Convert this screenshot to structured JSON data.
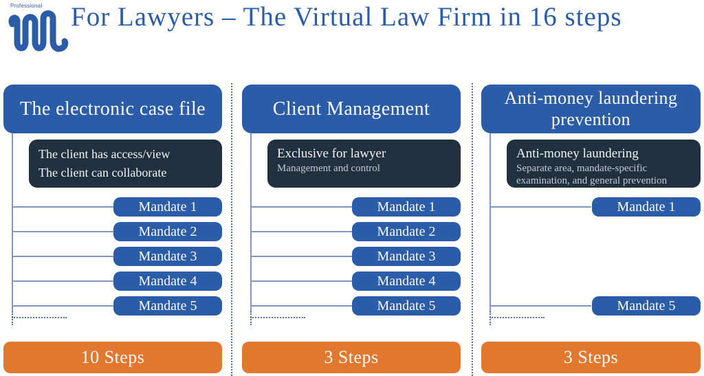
{
  "logo": {
    "label": "Professional"
  },
  "header": {
    "title": "For Lawyers – The Virtual Law Firm in 16 steps"
  },
  "palette": {
    "primary_blue": "#2B5CA7",
    "dark_navy": "#20303F",
    "accent_orange": "#E2772E",
    "connector_line": "#8098BE",
    "dotted_divider": "#4C73AB",
    "title_blue": "#2A5CA9",
    "note_subtext": "#C4CBD4"
  },
  "columns": [
    {
      "id": "electronic-case-file",
      "title_lines": [
        "The electronic case file"
      ],
      "note": {
        "lines": [
          "The client has access/view",
          "The client can collaborate"
        ]
      },
      "mandates": [
        {
          "label": "Mandate 1",
          "row": 1
        },
        {
          "label": "Mandate 2",
          "row": 2
        },
        {
          "label": "Mandate 3",
          "row": 3
        },
        {
          "label": "Mandate 4",
          "row": 4
        },
        {
          "label": "Mandate 5",
          "row": 5
        }
      ],
      "steps_label": "10 Steps"
    },
    {
      "id": "client-management",
      "title_lines": [
        "Client Management"
      ],
      "note": {
        "title": "Exclusive for lawyer",
        "subtitle_lines": [
          "Management and control"
        ]
      },
      "mandates": [
        {
          "label": "Mandate 1",
          "row": 1
        },
        {
          "label": "Mandate 2",
          "row": 2
        },
        {
          "label": "Mandate 3",
          "row": 3
        },
        {
          "label": "Mandate 4",
          "row": 4
        },
        {
          "label": "Mandate 5",
          "row": 5
        }
      ],
      "steps_label": "3 Steps"
    },
    {
      "id": "anti-money-laundering",
      "title_lines": [
        "Anti-money laundering",
        "prevention"
      ],
      "note": {
        "title": "Anti-money laundering",
        "subtitle_lines": [
          "Separate area, mandate-specific",
          "examination, and general prevention"
        ]
      },
      "mandates": [
        {
          "label": "Mandate 1",
          "row": 1
        },
        {
          "label": "Mandate 5",
          "row": 5
        }
      ],
      "steps_label": "3 Steps"
    }
  ]
}
